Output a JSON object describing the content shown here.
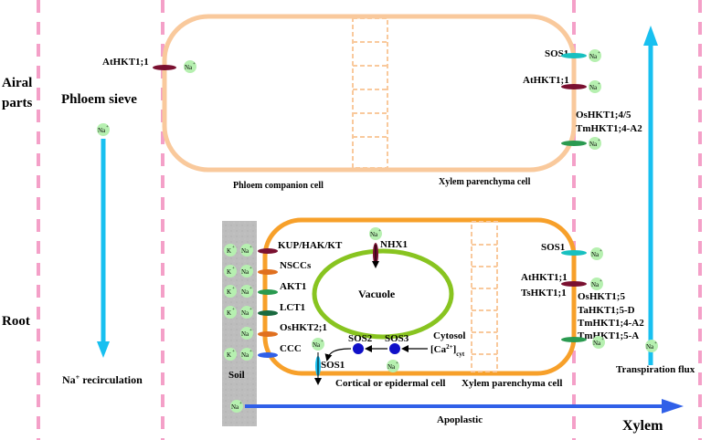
{
  "colors": {
    "divider": "#f4a0c8",
    "upper_cell": "#f9c99c",
    "root_cell": "#f7a02a",
    "vacuole": "#88c420",
    "soil": "#bdbdbd",
    "ion": "#b6f0b0",
    "arrow_cyan": "#18c0f0",
    "arrow_blue": "#3060e8",
    "sos": "#1010c8",
    "transporter_dark": "#7a1030",
    "transporter_green": "#2a9a50",
    "transporter_orange": "#e07020"
  },
  "labels": {
    "airal_1": "Airal",
    "airal_2": "parts",
    "root": "Root",
    "phloem_sieve": "Phloem sieve",
    "na_recirculation": "recirculation",
    "transpiration_flux": "Transpiration flux",
    "phloem_companion_cell": "Phloem companion cell",
    "xylem_parenchyma_upper": "Xylem parenchyma cell",
    "xylem_parenchyma_root": "Xylem parenchyma cell",
    "cortical_cell": "Cortical or  epidermal cell",
    "vacuole": "Vacuole",
    "cytosol": "Cytosol",
    "ca_cyt": "[Ca",
    "ca_sup": "2+",
    "ca_close": "]",
    "ca_sub": "cyt",
    "soil": "Soil",
    "apoplastic": "Apoplastic",
    "xylem": "Xylem"
  },
  "ions": {
    "na": "Na",
    "plus": "+",
    "k": "K"
  },
  "transporters": {
    "upper_left": "AtHKT1;1",
    "upper_sos1": "SOS1",
    "upper_athkt": "AtHKT1;1",
    "upper_oshkt_1": "OsHKT1;4/5",
    "upper_oshkt_2": "TmHKT1;4-A2",
    "kup": "KUP/HAK/KT",
    "nsccs": "NSCCs",
    "akt1": "AKT1",
    "lct1": "LCT1",
    "oshkt2": "OsHKT2;1",
    "ccc": "CCC",
    "nhx1": "NHX1",
    "sos2": "SOS2",
    "sos3": "SOS3",
    "sos1_bottom": "SOS1",
    "root_sos1": "SOS1",
    "root_athkt": "AtHKT1;1",
    "root_tshkt": "TsHKT1;1",
    "root_list_1": "OsHKT1;5",
    "root_list_2": "TaHKT1;5-D",
    "root_list_3": "TmHKT1;4-A2",
    "root_list_4": "TmHKT1;5-A"
  }
}
